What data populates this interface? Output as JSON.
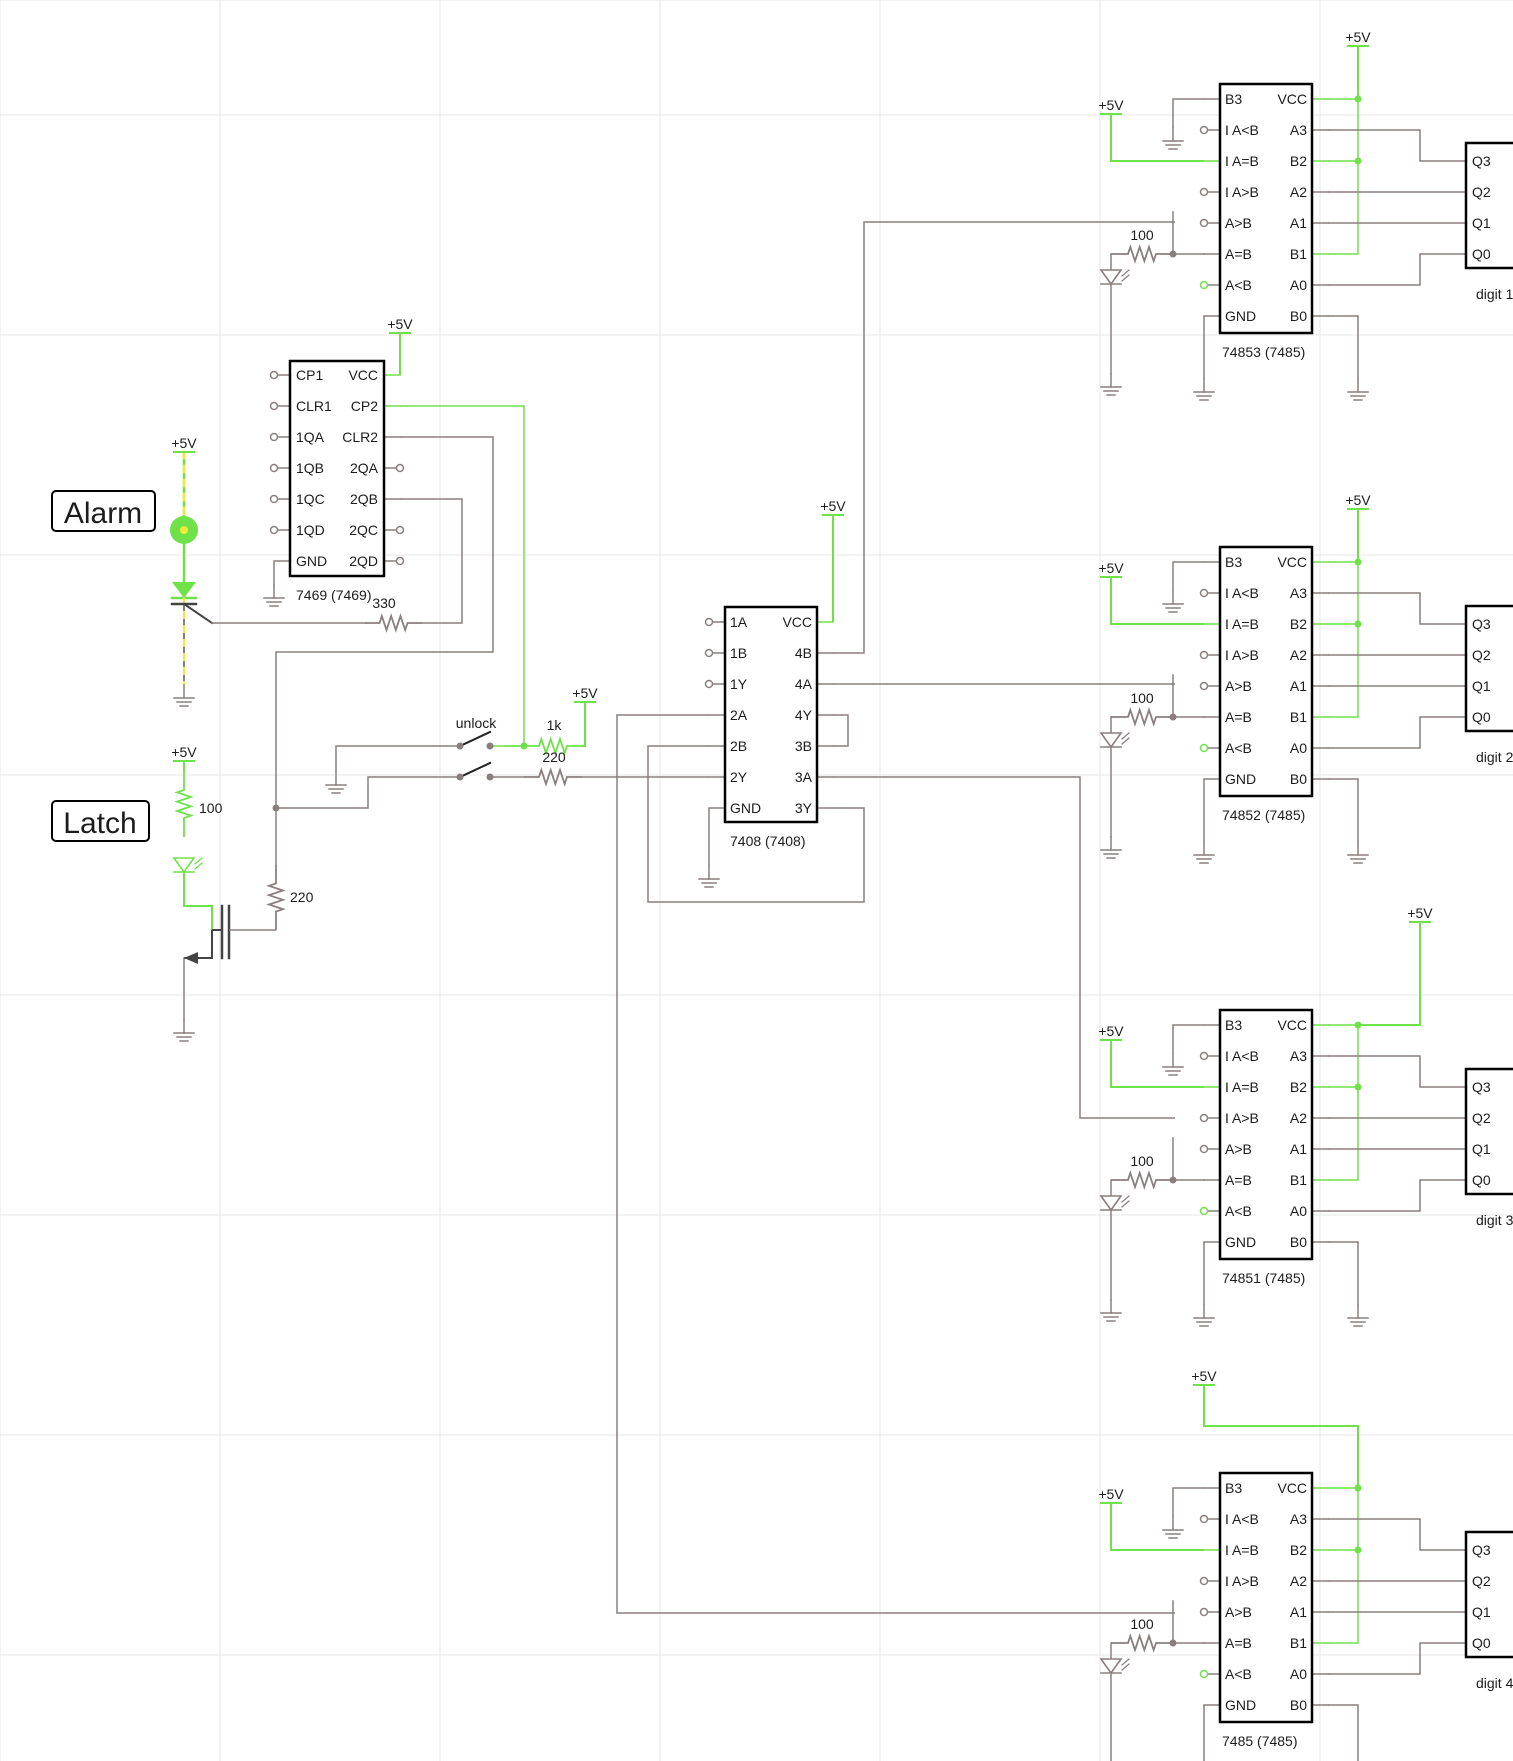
{
  "colors": {
    "grid": "#e7e7e7",
    "wire": "#8a7f7f",
    "live": "#6fe24a",
    "dot": "#6fe24a",
    "chip_border": "#000000",
    "dashed": "#f2e93a"
  },
  "supply_label": "+5V",
  "labels": {
    "alarm": "Alarm",
    "latch": "Latch",
    "unlock": "unlock"
  },
  "components": {
    "counter": {
      "name": "7469 (7469)",
      "pins_left": [
        "CP1",
        "CLR1",
        "1QA",
        "1QB",
        "1QC",
        "1QD",
        "GND"
      ],
      "pins_right": [
        "VCC",
        "CP2",
        "CLR2",
        "2QA",
        "2QB",
        "2QC",
        "2QD"
      ],
      "overline": [
        "CP1",
        "CP2"
      ]
    },
    "and_gate": {
      "name": "7408 (7408)",
      "pins_left": [
        "1A",
        "1B",
        "1Y",
        "2A",
        "2B",
        "2Y",
        "GND"
      ],
      "pins_right": [
        "VCC",
        "4B",
        "4A",
        "4Y",
        "3B",
        "3A",
        "3Y"
      ]
    },
    "comparator_pins_left": [
      "B3",
      "I A<B",
      "I A=B",
      "I A>B",
      "A>B",
      "A=B",
      "A<B",
      "GND"
    ],
    "comparator_pins_right": [
      "VCC",
      "A3",
      "B2",
      "A2",
      "A1",
      "B1",
      "A0",
      "B0"
    ],
    "comparators": [
      {
        "name": "74853 (7485)",
        "digit": "digit 1"
      },
      {
        "name": "74852 (7485)",
        "digit": "digit 2"
      },
      {
        "name": "74851 (7485)",
        "digit": "digit 3"
      },
      {
        "name": "7485 (7485)",
        "digit": "digit 4"
      }
    ],
    "digit_pins": [
      "Q3",
      "Q2",
      "Q1",
      "Q0"
    ],
    "resistors": {
      "r330": "330",
      "r1k": "1k",
      "r220_switch": "220",
      "r100_latch": "100",
      "r220_gate": "220",
      "r100_cmp": "100"
    }
  }
}
